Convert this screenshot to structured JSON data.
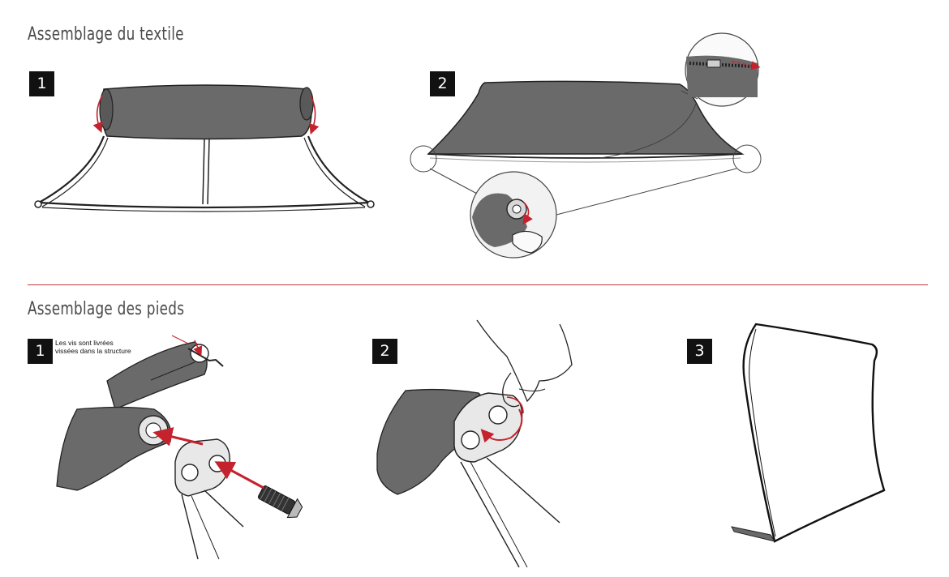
{
  "sections": {
    "textile": {
      "title": "Assemblage du textile",
      "steps": [
        "1",
        "2"
      ]
    },
    "feet": {
      "title": "Assemblage des pieds",
      "steps": [
        "1",
        "2",
        "3"
      ],
      "note": "Les vis sont livrées\nvissées dans la structure"
    }
  },
  "colors": {
    "fabric": "#6b6a6b",
    "accent_red": "#c4222c",
    "divider": "#c4383f",
    "outline": "#222222"
  }
}
